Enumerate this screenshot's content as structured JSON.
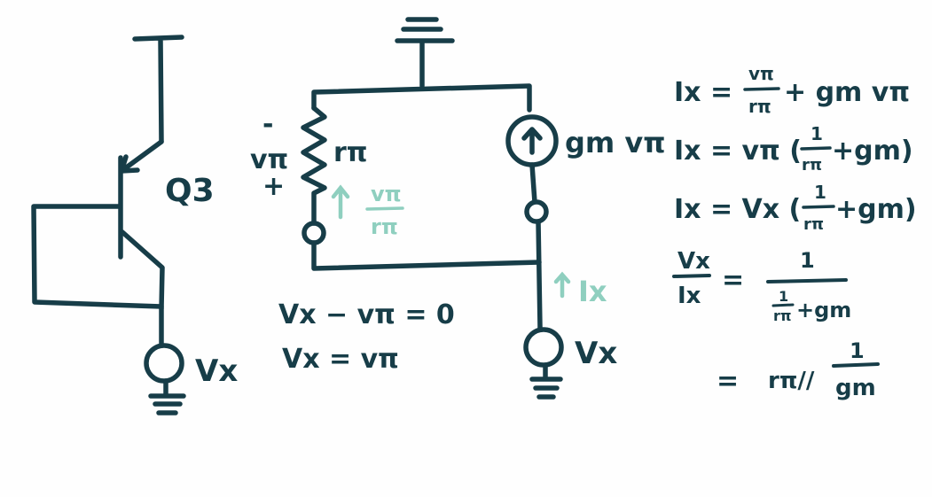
{
  "colors": {
    "ink": "#173d48",
    "accent": "#8fcfbf",
    "background": "#fefefe"
  },
  "left_circuit": {
    "transistor_label": "Q3",
    "source_label": "Vx"
  },
  "small_signal": {
    "rpi_polarity_minus": "-",
    "rpi_voltage": "vπ",
    "rpi_polarity_plus": "+",
    "rpi_label": "rπ",
    "current_source_label": "gm vπ",
    "rpi_current_num": "vπ",
    "rpi_current_den": "rπ",
    "ix_label": "Ix",
    "source_label": "Vx",
    "kvl_eq1": "Vx − vπ = 0",
    "kvl_eq2": "Vx = vπ"
  },
  "derivation": {
    "line1": {
      "lhs": "Ix =",
      "num": "vπ",
      "den": "rπ",
      "rhs": "+ gm vπ"
    },
    "line2": {
      "lhs": "Ix = vπ (",
      "num": "1",
      "den": "rπ",
      "rhs": "+gm)"
    },
    "line3": {
      "lhs": "Ix = Vx (",
      "num": "1",
      "den": "rπ",
      "rhs": "+gm)"
    },
    "line4": {
      "ratio_num": "Vx",
      "ratio_den": "Ix",
      "eq": "=",
      "rhs_num": "1",
      "rhs_den_num": "1",
      "rhs_den_den": "rπ",
      "rhs_den_rest": "+gm"
    },
    "line5": {
      "eq": "=",
      "lhs": "rπ//",
      "num": "1",
      "den": "gm"
    }
  }
}
